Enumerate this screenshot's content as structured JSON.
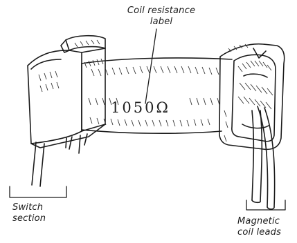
{
  "labels": {
    "coil_resistance": [
      "Coil resistance",
      "label"
    ],
    "switch_section": [
      "Switch",
      "section"
    ],
    "magnetic_coil_leads": [
      "Magnetic",
      "coil leads"
    ]
  },
  "coil_value": "1050Ω"
}
